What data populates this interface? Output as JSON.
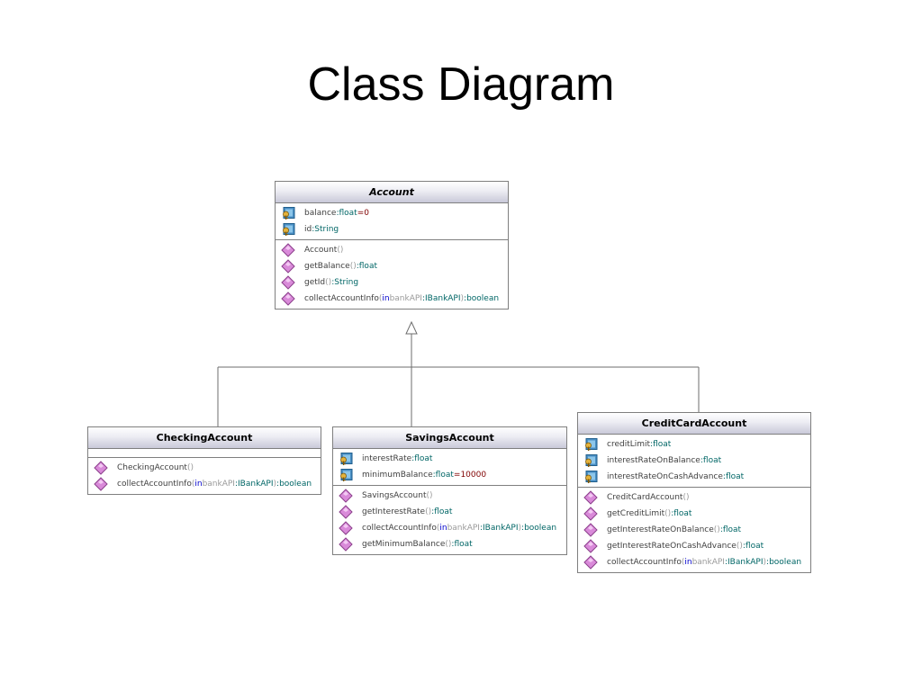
{
  "title": "Class Diagram",
  "classes": {
    "account": {
      "name": "Account",
      "attributes": [
        {
          "name": "balance",
          "type": "float",
          "default": "0"
        },
        {
          "name": "id",
          "type": "String"
        }
      ],
      "operations": [
        {
          "name": "Account",
          "paren": "()"
        },
        {
          "name": "getBalance",
          "paren": "()",
          "type": "float"
        },
        {
          "name": "getId",
          "paren": "()",
          "type": "String"
        },
        {
          "name": "collectAccountInfo",
          "param_dir": "in",
          "param_name": "bankAPI",
          "param_type": "IBankAPI",
          "type": "boolean"
        }
      ]
    },
    "checking": {
      "name": "CheckingAccount",
      "operations": [
        {
          "name": "CheckingAccount",
          "paren": "()"
        },
        {
          "name": "collectAccountInfo",
          "param_dir": "in",
          "param_name": "bankAPI",
          "param_type": "IBankAPI",
          "type": "boolean"
        }
      ]
    },
    "savings": {
      "name": "SavingsAccount",
      "attributes": [
        {
          "name": "interestRate",
          "type": "float"
        },
        {
          "name": "minimumBalance",
          "type": "float",
          "default": "10000"
        }
      ],
      "operations": [
        {
          "name": "SavingsAccount",
          "paren": "()"
        },
        {
          "name": "getInterestRate",
          "paren": "()",
          "type": "float"
        },
        {
          "name": "collectAccountInfo",
          "param_dir": "in",
          "param_name": "bankAPI",
          "param_type": "IBankAPI",
          "type": "boolean"
        },
        {
          "name": "getMinimumBalance",
          "paren": "()",
          "type": "float"
        }
      ]
    },
    "credit": {
      "name": "CreditCardAccount",
      "attributes": [
        {
          "name": "creditLimit",
          "type": "float"
        },
        {
          "name": "interestRateOnBalance",
          "type": "float"
        },
        {
          "name": "interestRateOnCashAdvance",
          "type": "float"
        }
      ],
      "operations": [
        {
          "name": "CreditCardAccount",
          "paren": "()"
        },
        {
          "name": "getCreditLimit",
          "paren": "()",
          "type": "float"
        },
        {
          "name": "getInterestRateOnBalance",
          "paren": "()",
          "type": "float"
        },
        {
          "name": "getInterestRateOnCashAdvance",
          "paren": "()",
          "type": "float"
        },
        {
          "name": "collectAccountInfo",
          "param_dir": "in",
          "param_name": "bankAPI",
          "param_type": "IBankAPI",
          "type": "boolean"
        }
      ]
    }
  },
  "icons": {
    "attribute": "key-attribute-icon",
    "operation": "diamond-operation-icon"
  },
  "colors": {
    "header_gradient_end": "#c9c9d9",
    "type_text": "#006666",
    "default_value": "#800000",
    "param_direction": "#0000cc",
    "operation_icon": "#d98ad9"
  }
}
